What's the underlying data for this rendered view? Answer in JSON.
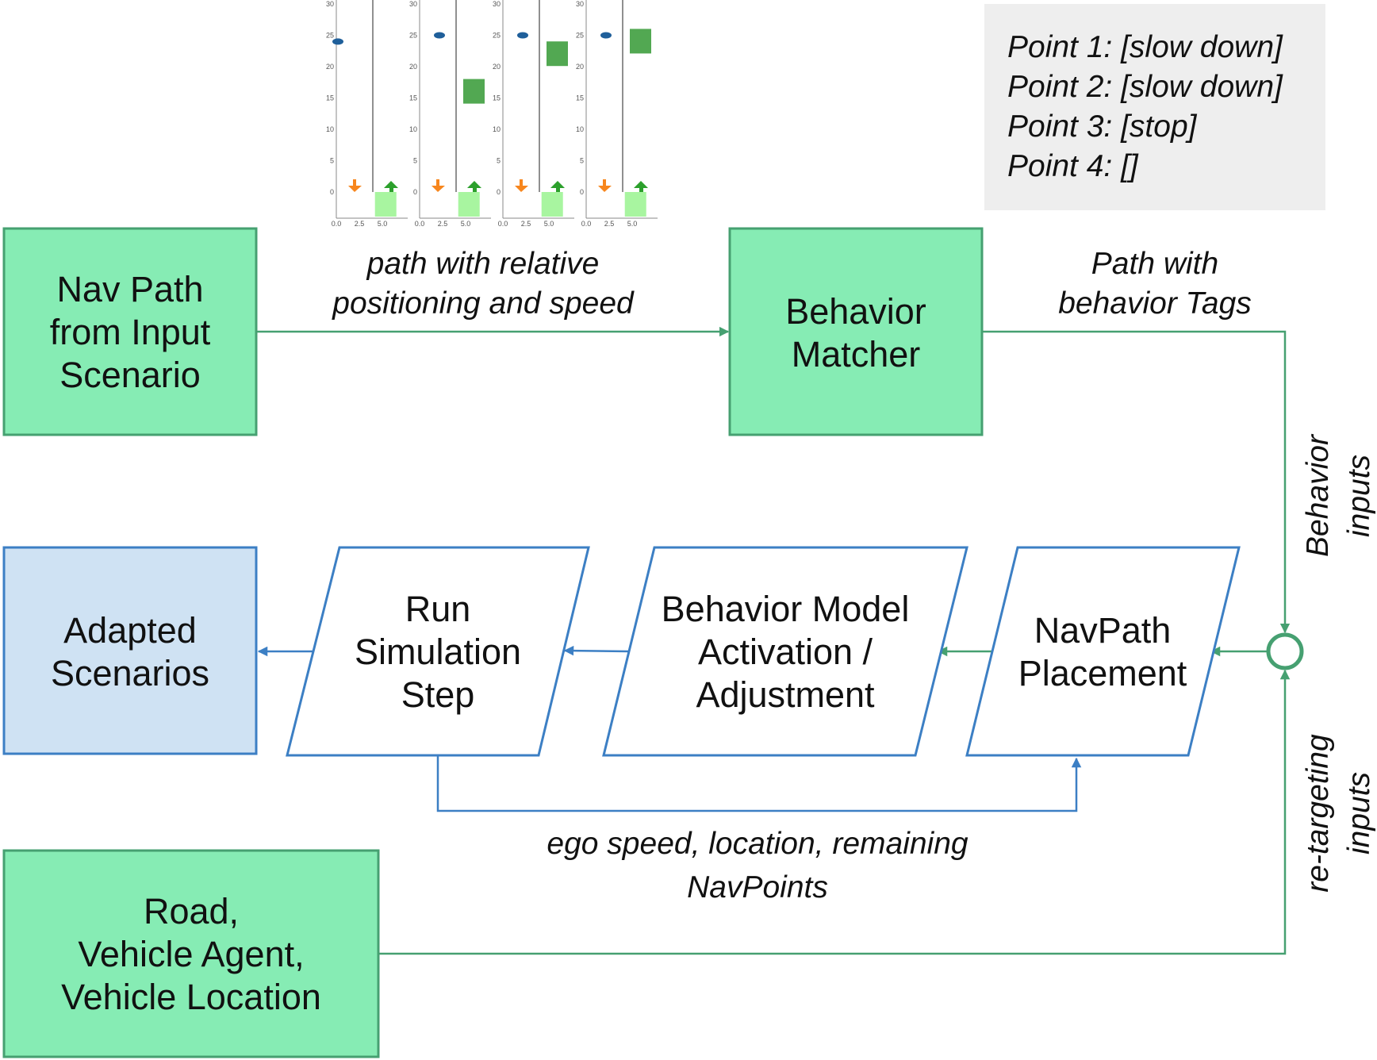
{
  "nodes": {
    "nav_path": {
      "lines": [
        "Nav Path",
        "from Input",
        "Scenario"
      ]
    },
    "behavior_matcher": {
      "lines": [
        "Behavior",
        "Matcher"
      ]
    },
    "adapted": {
      "lines": [
        "Adapted",
        "Scenarios"
      ]
    },
    "run_sim": {
      "lines": [
        "Run",
        "Simulation",
        "Step"
      ]
    },
    "behavior_model": {
      "lines": [
        "Behavior Model",
        "Activation /",
        "Adjustment"
      ]
    },
    "navpath_placement": {
      "lines": [
        "NavPath",
        "Placement"
      ]
    },
    "road": {
      "lines": [
        "Road,",
        "Vehicle Agent,",
        "Vehicle Location"
      ]
    }
  },
  "edge_labels": {
    "relative": [
      "path with relative",
      "positioning and speed"
    ],
    "tags": [
      "Path with",
      "behavior Tags"
    ],
    "behavior_inputs": [
      "Behavior",
      "inputs"
    ],
    "retargeting_inputs": [
      "re-targeting",
      "inputs"
    ],
    "ego": [
      "ego speed, location, remaining",
      "NavPoints"
    ]
  },
  "legend": {
    "items": [
      "Point 1: [slow down]",
      "Point 2: [slow down]",
      "Point 3: [stop]",
      "Point 4: []"
    ]
  },
  "mini_plots": {
    "y_ticks": [
      "0",
      "5",
      "10",
      "15",
      "20",
      "25",
      "30"
    ],
    "x_ticks": [
      "0.0",
      "2.5",
      "5.0"
    ],
    "panels": [
      {
        "ego_y": 24,
        "obstacle_y": null
      },
      {
        "ego_y": 25,
        "obstacle_y": 16
      },
      {
        "ego_y": 25,
        "obstacle_y": 22
      },
      {
        "ego_y": 25,
        "obstacle_y": 24
      }
    ]
  },
  "colors": {
    "green_fill": "#86ecb4",
    "green_stroke": "#46a071",
    "blue_fill": "#cfe2f3",
    "blue_stroke": "#3c7fc4",
    "legend_bg": "#eeeeee",
    "plot_ego": "#1f5f9a",
    "plot_obstacle": "#52a852",
    "plot_orange": "#f7861d",
    "plot_green_arrow": "#2ca02c",
    "plot_light": "#a8f5a0"
  }
}
